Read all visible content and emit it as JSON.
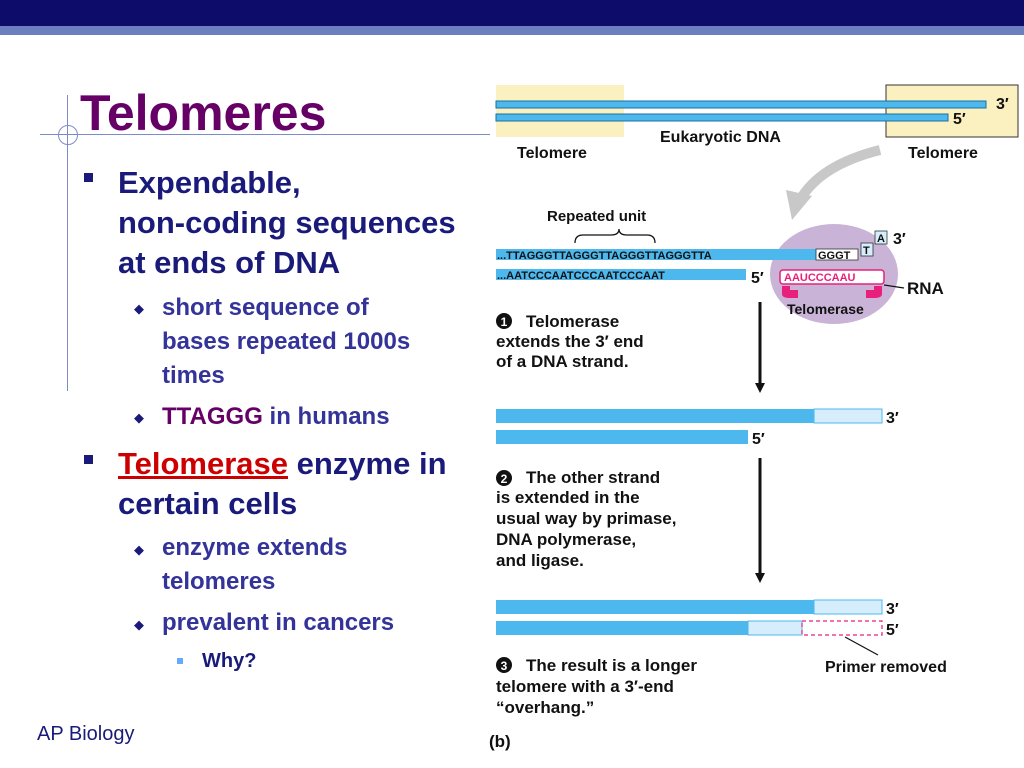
{
  "slide": {
    "title": "Telomeres",
    "footer": "AP Biology",
    "bullets": {
      "b1": "Expendable,",
      "b1_line2": "non-coding sequences",
      "b1_line3": "at ends of DNA",
      "b1a": "short sequence of",
      "b1a_line2": "bases repeated 1000s",
      "b1a_line3": "times",
      "b1b_highlight": "TTAGGG",
      "b1b_rest": " in humans",
      "b2_highlight": "Telomerase",
      "b2_rest": " enzyme in",
      "b2_line2": "certain cells",
      "b2a": "enzyme extends",
      "b2a_line2": "telomeres",
      "b2b": "prevalent in cancers",
      "b2b1": "Why?"
    }
  },
  "figure": {
    "label_3prime": "3′",
    "label_5prime": "5′",
    "eukaryotic_dna": "Eukaryotic DNA",
    "telomere": "Telomere",
    "repeated_unit": "Repeated unit",
    "top_strand_seq": "...TTAGGGTTAGGGTTAGGGTTAGGGTTA",
    "top_strand_overhang": "GGGT",
    "new_t": "T",
    "new_a": "A",
    "bottom_strand_seq": "...AATCCCAATCCCAATCCCAAT",
    "rna_template": "AAUCCCAAU",
    "rna": "RNA",
    "telomerase": "Telomerase",
    "step1_num": "1",
    "step1_l1": "Telomerase",
    "step1_l2": "extends the 3′ end",
    "step1_l3": "of a DNA strand.",
    "step2_num": "2",
    "step2_l1": "The other strand",
    "step2_l2": "is extended in the",
    "step2_l3": "usual way by primase,",
    "step2_l4": "DNA polymerase,",
    "step2_l5": "and ligase.",
    "step3_num": "3",
    "step3_l1": "The result is a longer",
    "step3_l2": "telomere with a 3′-end",
    "step3_l3": "“overhang.”",
    "primer_removed": "Primer removed",
    "panel_label": "(b)"
  },
  "colors": {
    "title": "#660066",
    "text": "#1a1a7a",
    "highlight_red": "#cc0000",
    "strand_blue": "#4db8ee",
    "strand_light": "#d6eefb",
    "telomere_box": "#fbf0bf",
    "enzyme_purple": "#c9b3d6",
    "rna_pink": "#e8207c"
  }
}
